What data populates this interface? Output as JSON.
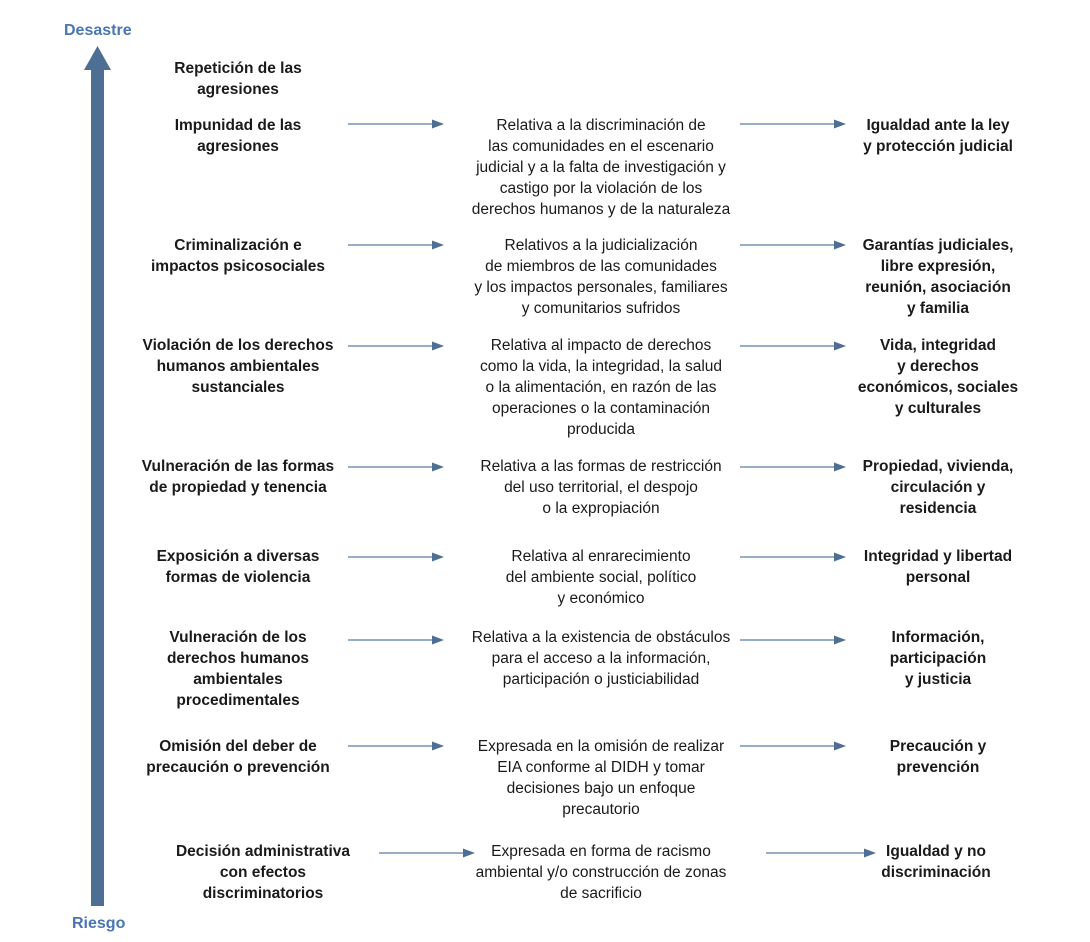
{
  "axis": {
    "top_label": "Desastre",
    "bottom_label": "Riesgo"
  },
  "rows": [
    {
      "factor": "Repetición de las\nagresiones",
      "description": "",
      "rights": ""
    },
    {
      "factor": "Impunidad de las\nagresiones",
      "description": "Relativa a la discriminación de\nlas comunidades en el escenario\njudicial y a la falta de investigación y\ncastigo por la violación de los\nderechos humanos y de la naturaleza",
      "rights": "Igualdad ante la ley\ny protección judicial"
    },
    {
      "factor": "Criminalización e\nimpactos psicosociales",
      "description": "Relativos a la judicialización\nde miembros de las comunidades\ny los impactos personales, familiares\ny comunitarios sufridos",
      "rights": "Garantías judiciales,\nlibre expresión,\nreunión, asociación\ny familia"
    },
    {
      "factor": "Violación de los derechos\nhumanos ambientales\nsustanciales",
      "description": "Relativa al impacto de derechos\ncomo la vida, la integridad, la salud\no la alimentación, en razón de las\noperaciones o la contaminación\nproducida",
      "rights": "Vida, integridad\ny derechos\neconómicos, sociales\ny culturales"
    },
    {
      "factor": "Vulneración de las formas\nde propiedad y tenencia",
      "description": "Relativa a las formas de restricción\ndel uso territorial, el despojo\no la expropiación",
      "rights": "Propiedad, vivienda,\ncirculación y\nresidencia"
    },
    {
      "factor": "Exposición a diversas\nformas de violencia",
      "description": "Relativa al enrarecimiento\ndel ambiente social, político\ny económico",
      "rights": "Integridad y libertad\npersonal"
    },
    {
      "factor": "Vulneración de los\nderechos humanos\nambientales\nprocedimentales",
      "description": "Relativa a la existencia de obstáculos\npara el acceso a la información,\nparticipación o justiciabilidad",
      "rights": "Información,\nparticipación\ny justicia"
    },
    {
      "factor": "Omisión del deber de\nprecaución o prevención",
      "description": "Expresada en la omisión de realizar\nEIA conforme al DIDH y tomar\ndecisiones bajo un enfoque\nprecautorio",
      "rights": "Precaución y\nprevención"
    },
    {
      "factor": "Decisión administrativa\ncon efectos\ndiscriminatorios",
      "description": "Expresada en forma de racismo\nambiental y/o construcción de zonas\nde sacrificio",
      "rights": "Igualdad y no\ndiscriminación"
    }
  ],
  "colors": {
    "axis": "#4d6f94",
    "axis_label": "#4a76b3",
    "arrow": "#5b7ea6"
  }
}
